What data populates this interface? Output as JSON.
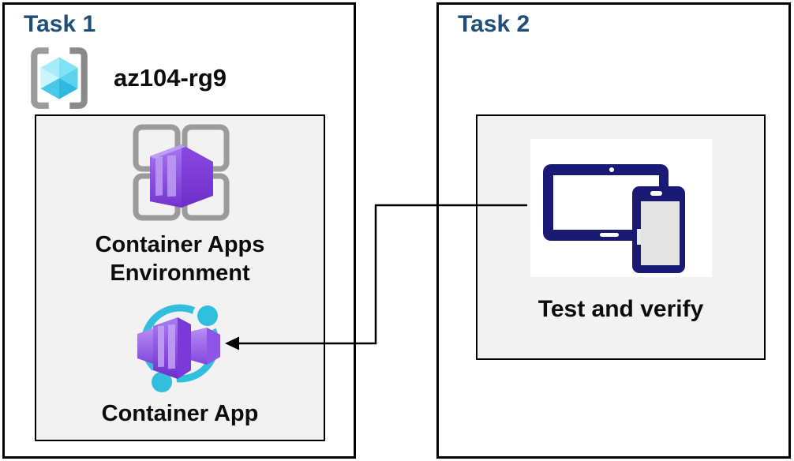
{
  "colors": {
    "heading": "#1F4E79",
    "box_border": "#000000",
    "panel_bg": "#F2F2F2",
    "azure_purple": "#8A4FE4",
    "azure_cyan": "#32BEDD",
    "device_navy": "#1A1A74",
    "bracket_gray": "#9B9B9B",
    "connector": "#000000"
  },
  "task1": {
    "title": "Task 1",
    "resource_group": {
      "name": "az104-rg9"
    },
    "nodes": [
      {
        "id": "container-apps-environment",
        "label": "Container Apps Environment"
      },
      {
        "id": "container-app",
        "label": "Container App"
      }
    ]
  },
  "task2": {
    "title": "Task 2",
    "nodes": [
      {
        "id": "test-and-verify",
        "label": "Test and verify"
      }
    ]
  },
  "connector": {
    "from": "test-and-verify",
    "to": "container-app",
    "style": "elbow-arrow-right-to-left"
  }
}
